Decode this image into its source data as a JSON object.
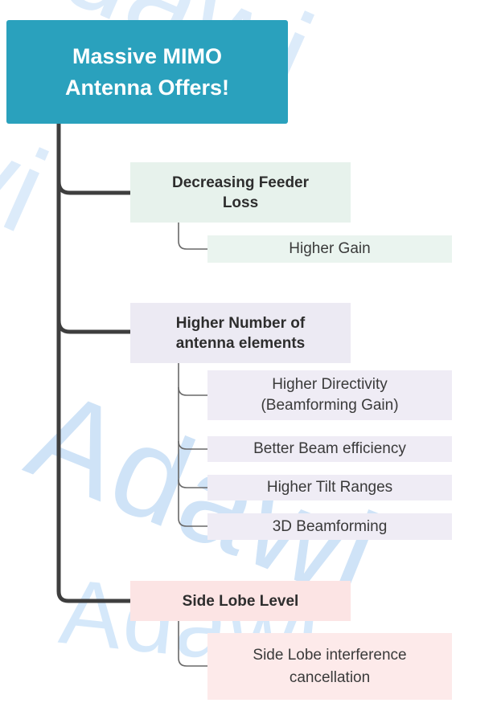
{
  "root": {
    "label": "Massive MIMO\nAntenna Offers!",
    "bg": "#2aa1bd",
    "text_color": "#ffffff"
  },
  "branches": [
    {
      "label": "Decreasing Feeder\nLoss",
      "bg": "#e7f2ec",
      "child_bg": "#eaf4ef",
      "children": [
        {
          "label": "Higher Gain"
        }
      ]
    },
    {
      "label": "Higher Number of\nantenna elements",
      "bg": "#eceaf3",
      "child_bg": "#efecf5",
      "children": [
        {
          "label": "Higher Directivity\n(Beamforming Gain)"
        },
        {
          "label": "Better Beam efficiency"
        },
        {
          "label": "Higher Tilt Ranges"
        },
        {
          "label": "3D Beamforming"
        }
      ]
    },
    {
      "label": "Side Lobe Level",
      "bg": "#fce4e4",
      "child_bg": "#fdeaea",
      "children": [
        {
          "label": "Side Lobe interference\ncancellation"
        }
      ]
    }
  ],
  "connectors": {
    "trunk_color": "#3e3e3e",
    "child_color": "#686868"
  },
  "watermark": {
    "text": "Adawi",
    "color_top": "#dcebfa",
    "color_mid": "#cfe3f7",
    "color_bottom": "#d5e8fa"
  }
}
